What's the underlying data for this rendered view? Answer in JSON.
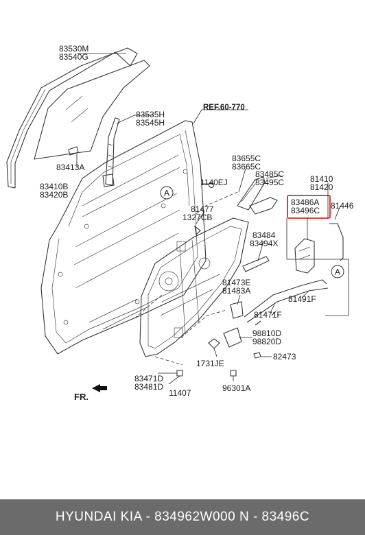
{
  "diagram": {
    "labels": {
      "p83530m": "83530M",
      "p83540g": "83540G",
      "p83535h": "83535H",
      "p83545h": "83545H",
      "ref": "REF.60-770",
      "p83413a": "83413A",
      "p83410b": "83410B",
      "p83420b": "83420B",
      "p83655c": "83655C",
      "p83665c": "83665C",
      "p83485c": "83485C",
      "p83495c": "83495C",
      "p81410": "81410",
      "p81420": "81420",
      "p1140ej": "1140EJ",
      "p81477": "81477",
      "p1327cb": "1327CB",
      "p83486a": "83486A",
      "p83496c": "83496C",
      "p81446": "81446",
      "p83484": "83484",
      "p83494x": "83494X",
      "p81473e": "81473E",
      "p81483a": "81483A",
      "p81491f": "81491F",
      "p81471f": "81471F",
      "p98810d": "98810D",
      "p98820d": "98820D",
      "p82473": "82473",
      "p1731je": "1731JE",
      "p83471d": "83471D",
      "p83481d": "83481D",
      "p11407": "11407",
      "p96301a": "96301A",
      "circle_a": "A",
      "fr": "FR."
    },
    "highlight_color": "#e8231f"
  },
  "footer": {
    "text": "HYUNDAI  KIA - 834962W000     N - 83496C"
  }
}
